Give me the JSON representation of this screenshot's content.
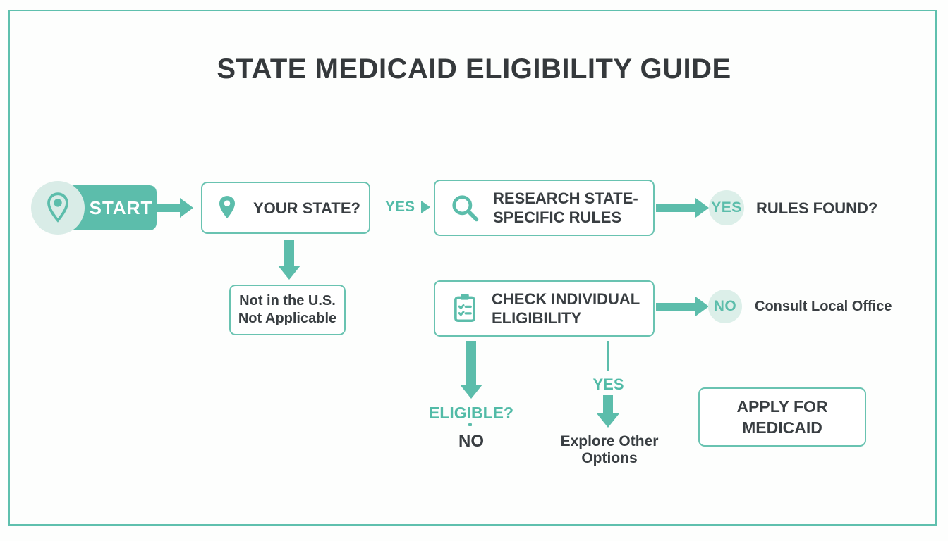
{
  "title": "STATE MEDICAID ELIGIBILITY GUIDE",
  "colors": {
    "teal": "#5cbdab",
    "teal_border": "#69c3b1",
    "teal_light_bg": "#dcefe9",
    "text_dark": "#393e42"
  },
  "flow": {
    "start": {
      "label": "START",
      "icon": "location-pin-icon"
    },
    "your_state": {
      "label": "YOUR STATE?",
      "icon": "location-pin-icon"
    },
    "yes_connector_label": "YES",
    "research_rules": {
      "line1": "RESEARCH STATE-",
      "line2": "SPECIFIC RULES",
      "icon": "magnifier-icon"
    },
    "rules_found": {
      "badge": "YES",
      "label": "RULES FOUND?"
    },
    "not_applicable": {
      "line1": "Not in the U.S.",
      "line2": "Not Applicable"
    },
    "check_eligibility": {
      "line1": "CHECK INDIVIDUAL",
      "line2": "ELIGIBILITY",
      "icon": "clipboard-checklist-icon"
    },
    "consult_office": {
      "badge": "NO",
      "label": "Consult Local Office"
    },
    "eligible_branch": {
      "question": "ELIGIBLE?",
      "answer": "NO"
    },
    "explore_branch": {
      "answer": "YES",
      "label": "Explore Other Options"
    },
    "apply": {
      "line1": "APPLY FOR",
      "line2": "MEDICAID"
    }
  }
}
